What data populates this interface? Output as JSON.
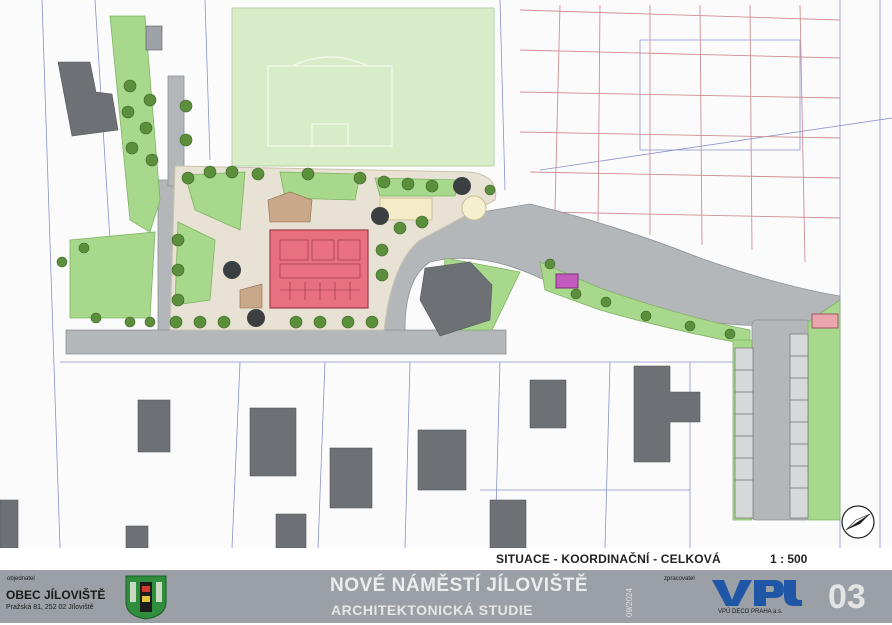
{
  "drawing": {
    "view_label": "SITUACE - KOORDINAČNÍ - CELKOVÁ",
    "scale": "1 : 500"
  },
  "title_block": {
    "client_label": "objednatel",
    "client_name": "OBEC JÍLOVIŠTĚ",
    "client_address": "Pražská 81, 252 02 Jíloviště",
    "project_title": "NOVÉ NÁMĚSTÍ JÍLOVIŠTĚ",
    "project_subtitle": "ARCHITEKTONICKÁ STUDIE",
    "date": "09/2024",
    "author_label": "zpracovatel",
    "author_name": "VPÚ DECO PRAHA a.s.",
    "sheet_number": "03"
  },
  "colors": {
    "lawn": "#a8d88c",
    "football_pitch": "#d9ecc9",
    "plaza_paving": "#e7e2d3",
    "road": "#b4b7ba",
    "main_building": "#e9717f",
    "existing_buildings": "#6d7175",
    "tree": "#5c8f3c",
    "parcel_lines_red": "#c77f86",
    "parcel_lines_blue": "#7a86c9",
    "footer_band": "#9aa0a6",
    "logo_blue": "#1f56a5"
  },
  "icons": [
    "north-arrow-icon",
    "municipal-crest-icon",
    "vpu-logo-icon",
    "tree-icon"
  ]
}
